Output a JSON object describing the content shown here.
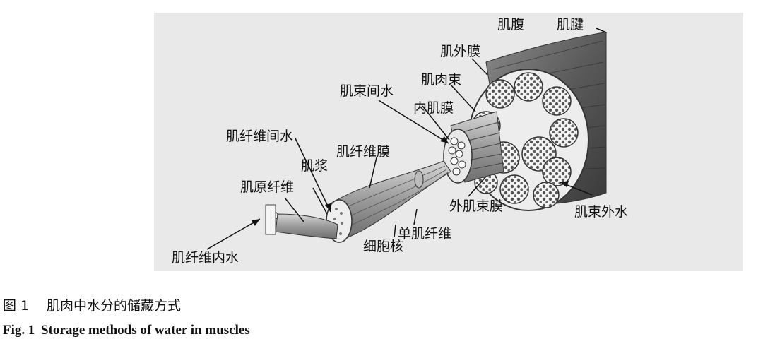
{
  "labels": {
    "muscle_belly": "肌腹",
    "tendon": "肌腱",
    "epimysium": "肌外膜",
    "muscle_bundle": "肌肉束",
    "interbundle_water": "肌束间水",
    "endomysium": "内肌膜",
    "interfiber_water": "肌纤维间水",
    "sarcolemma": "肌纤维膜",
    "sarcoplasm": "肌浆",
    "myofibril": "肌原纤维",
    "intrafiber_water": "肌纤维内水",
    "nucleus": "细胞核",
    "single_fiber": "单肌纤维",
    "perimysium": "外肌束膜",
    "extrabundle_water": "肌束外水"
  },
  "caption": {
    "zh_number": "图 1",
    "zh_text": "肌肉中水分的储藏方式",
    "en_number": "Fig. 1",
    "en_text": "Storage methods of water in muscles"
  }
}
